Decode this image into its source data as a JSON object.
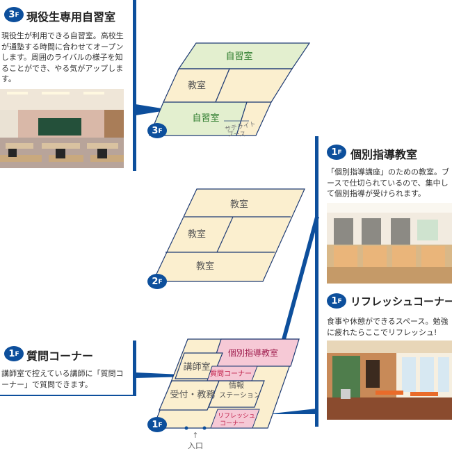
{
  "floor3": {
    "badge_num": "3",
    "badge_f": "F",
    "title": "現役生専用自習室",
    "description": "現役生が利用できる自習室。高校生が通塾する時間に合わせてオープンします。周囲のライバルの様子を知ることができ、やる気がアップします。",
    "rooms": {
      "study_top": "自習室",
      "classroom": "教室",
      "study_bottom": "自習室",
      "satellite_1": "サテライト",
      "satellite_2": "ブース"
    }
  },
  "floor2": {
    "badge_num": "2",
    "badge_f": "F",
    "rooms": {
      "classroom_1": "教室",
      "classroom_2": "教室",
      "classroom_3": "教室"
    }
  },
  "floor1": {
    "badge_num": "1",
    "badge_f": "F",
    "rooms": {
      "individual": "個別指導教室",
      "lecturer": "講師室",
      "question": "質問コーナー",
      "reception": "受付・教務",
      "info_1": "情報",
      "info_2": "ステーション",
      "refresh_1": "リフレッシュ",
      "refresh_2": "コーナー"
    },
    "entrance_arrow": "↑",
    "entrance": "入口"
  },
  "question_panel": {
    "badge_num": "1",
    "badge_f": "F",
    "title": "質問コーナー",
    "description": "講師室で控えている講師に「質問コーナー」で質問できます。"
  },
  "individual_panel": {
    "badge_num": "1",
    "badge_f": "F",
    "title": "個別指導教室",
    "description": "「個別指導講座」のための教室。ブースで仕切られているので、集中して個別指導が受けられます。"
  },
  "refresh_panel": {
    "badge_num": "1",
    "badge_f": "F",
    "title": "リフレッシュコーナー",
    "description": "食事や休憩ができるスペース。勉強に疲れたらここでリフレッシュ!"
  },
  "colors": {
    "blue": "#0d4f9c",
    "room_beige": "#fbefcf",
    "room_green": "#e3efcf",
    "room_pink": "#f6c9d6",
    "outline": "#1e3b74"
  }
}
